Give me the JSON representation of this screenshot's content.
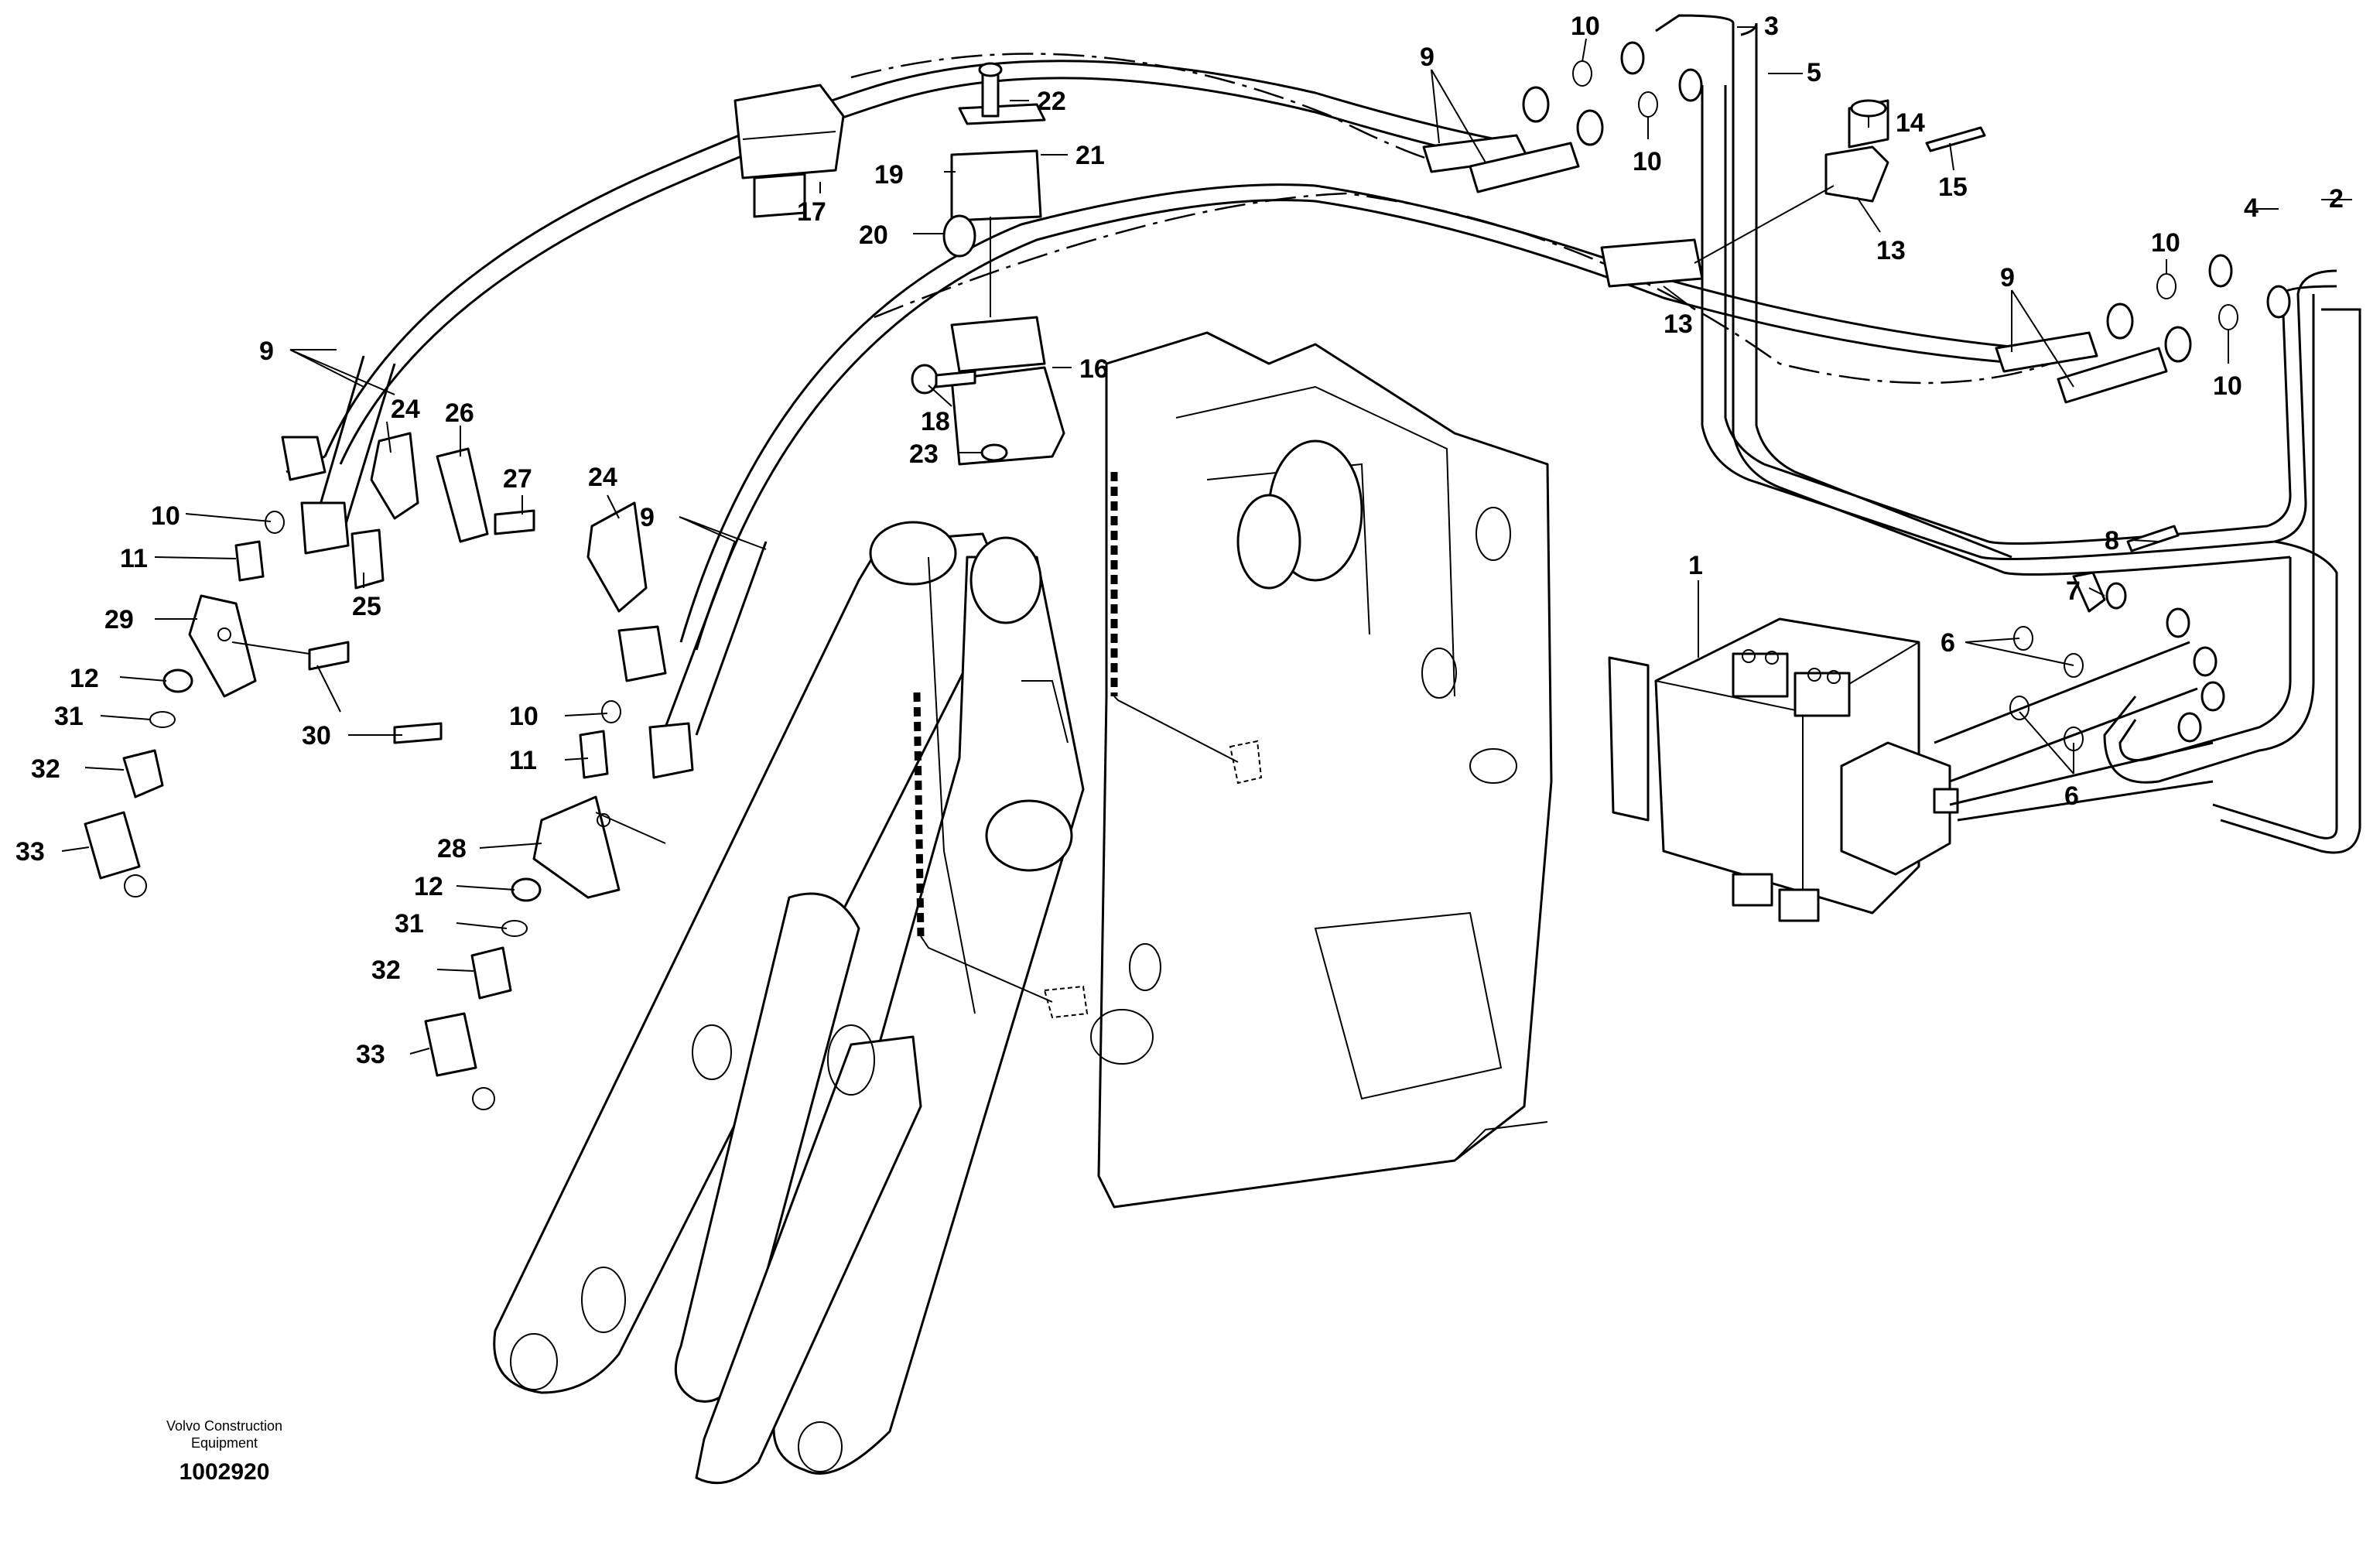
{
  "callouts": {
    "c1": "1",
    "c2": "2",
    "c3": "3",
    "c4": "4",
    "c5": "5",
    "c6": "6",
    "c7": "7",
    "c8": "8",
    "c9": "9",
    "c10": "10",
    "c11": "11",
    "c12": "12",
    "c13": "13",
    "c14": "14",
    "c15": "15",
    "c16": "16",
    "c17": "17",
    "c18": "18",
    "c19": "19",
    "c20": "20",
    "c21": "21",
    "c22": "22",
    "c23": "23",
    "c24": "24",
    "c25": "25",
    "c26": "26",
    "c27": "27",
    "c28": "28",
    "c29": "29",
    "c30": "30",
    "c31": "31",
    "c32": "32",
    "c33": "33"
  },
  "footer": {
    "brand_line1": "Volvo Construction",
    "brand_line2": "Equipment",
    "drawing_number": "1002920"
  }
}
